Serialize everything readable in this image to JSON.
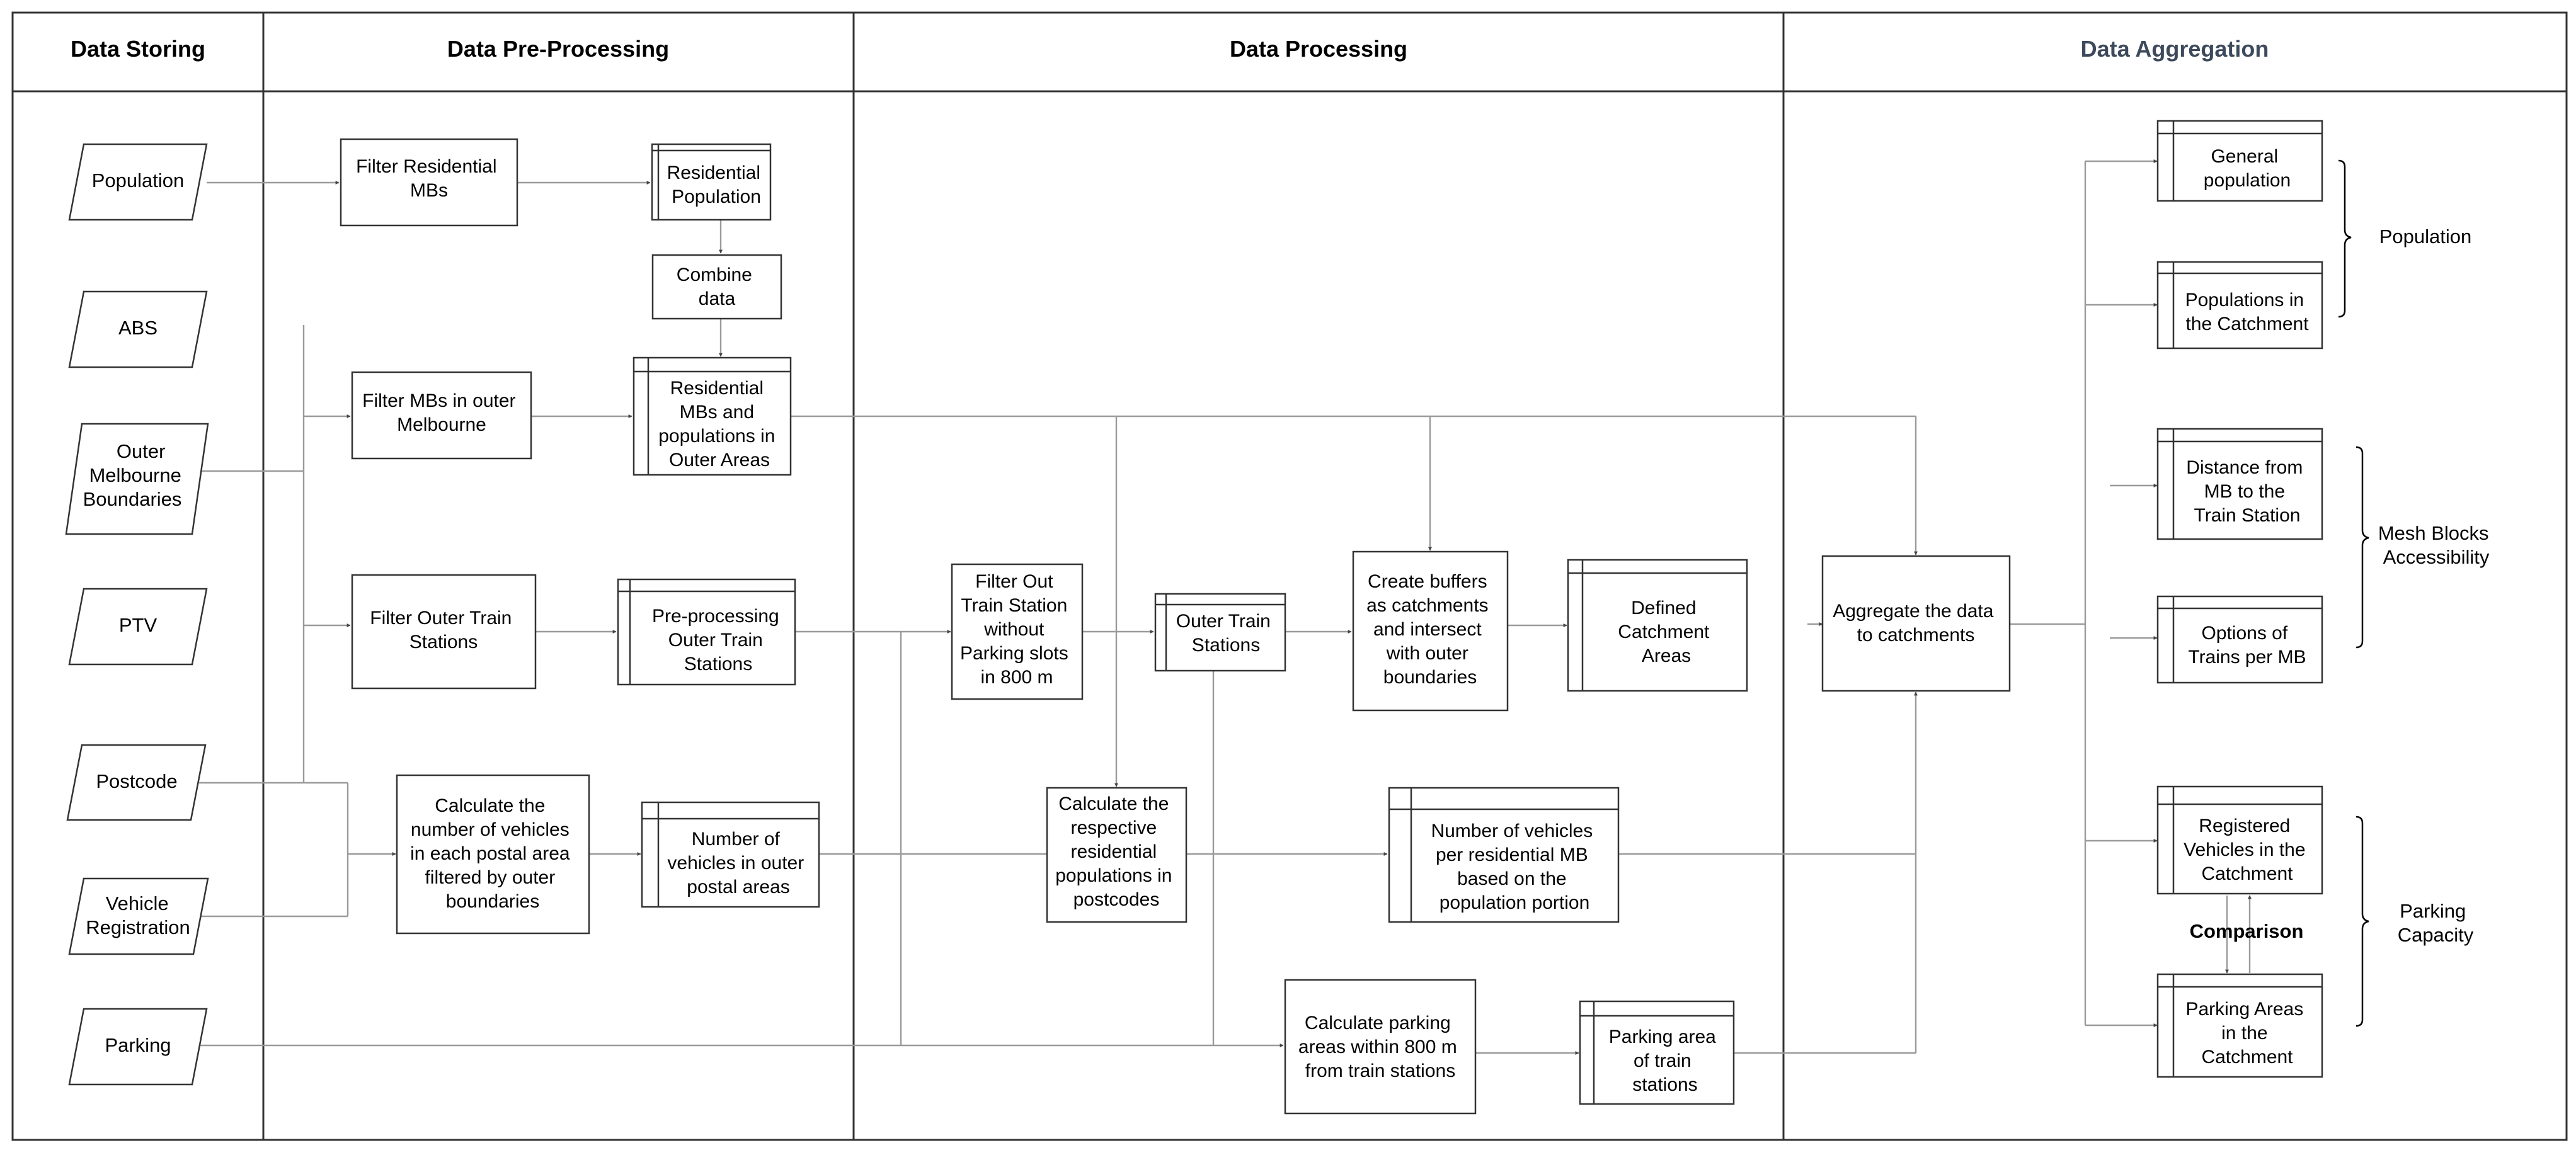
{
  "lanes": {
    "storing": "Data Storing",
    "preprocessing": "Data Pre-Processing",
    "processing": "Data Processing",
    "aggregation": "Data Aggregation"
  },
  "sources": {
    "population": [
      "Population"
    ],
    "abs": [
      "ABS"
    ],
    "outer_boundaries": [
      "Outer",
      "Melbourne",
      "Boundaries"
    ],
    "ptv": [
      "PTV"
    ],
    "postcode": [
      "Postcode"
    ],
    "vehicle_registration": [
      "Vehicle",
      "Registration"
    ],
    "parking": [
      "Parking"
    ]
  },
  "preprocessing": {
    "filter_residential": [
      "Filter Residential",
      "MBs"
    ],
    "residential_population": [
      "Residential",
      "Population"
    ],
    "combine_data": [
      "Combine",
      "data"
    ],
    "filter_outer_mbs": [
      "Filter MBs in outer",
      "Melbourne"
    ],
    "residential_mbs_outer": [
      "Residential",
      "MBs and",
      "populations in",
      "Outer Areas"
    ],
    "filter_outer_stations": [
      "Filter Outer Train",
      "Stations"
    ],
    "preprocessing_outer_stations": [
      "Pre-processing",
      "Outer Train",
      "Stations"
    ],
    "calc_vehicles": [
      "Calculate the",
      "number of vehicles",
      "in each postal area",
      "filtered by outer",
      "boundaries"
    ],
    "vehicles_outer_postal": [
      "Number of",
      "vehicles in outer",
      "postal areas"
    ]
  },
  "processing": {
    "filter_no_parking": [
      "Filter Out",
      "Train Station",
      "without",
      "Parking slots",
      "in 800 m"
    ],
    "outer_train_stations": [
      "Outer Train",
      "Stations"
    ],
    "create_buffers": [
      "Create buffers",
      "as catchments",
      "and intersect",
      "with outer",
      "boundaries"
    ],
    "defined_catchment": [
      "Defined",
      "Catchment",
      "Areas"
    ],
    "calc_residential_pop": [
      "Calculate the",
      "respective",
      "residential",
      "populations in",
      "postcodes"
    ],
    "vehicles_per_mb": [
      "Number of vehicles",
      "per residential MB",
      "based on the",
      "population portion"
    ],
    "calc_parking_areas": [
      "Calculate parking",
      "areas within 800 m",
      "from train stations"
    ],
    "parking_area_stations": [
      "Parking area",
      "of train",
      "stations"
    ]
  },
  "aggregation": {
    "aggregate": [
      "Aggregate the data",
      "to catchments"
    ],
    "general_population": [
      "General",
      "population"
    ],
    "populations_catchment": [
      "Populations in",
      "the Catchment"
    ],
    "distance_mb_station": [
      "Distance from",
      "MB to the",
      "Train Station"
    ],
    "options_trains": [
      "Options of",
      "Trains per MB"
    ],
    "registered_vehicles": [
      "Registered",
      "Vehicles in the",
      "Catchment"
    ],
    "parking_areas_catchment": [
      "Parking Areas",
      "in the",
      "Catchment"
    ],
    "comparison": "Comparison",
    "group_population": [
      "Population"
    ],
    "group_accessibility": [
      "Mesh Blocks",
      "Accessibility"
    ],
    "group_parking": [
      "Parking",
      "Capacity"
    ]
  },
  "colors": {
    "frame": "#333333",
    "connector": "#9a9a9a",
    "header_muted": "#3d4a5c"
  }
}
